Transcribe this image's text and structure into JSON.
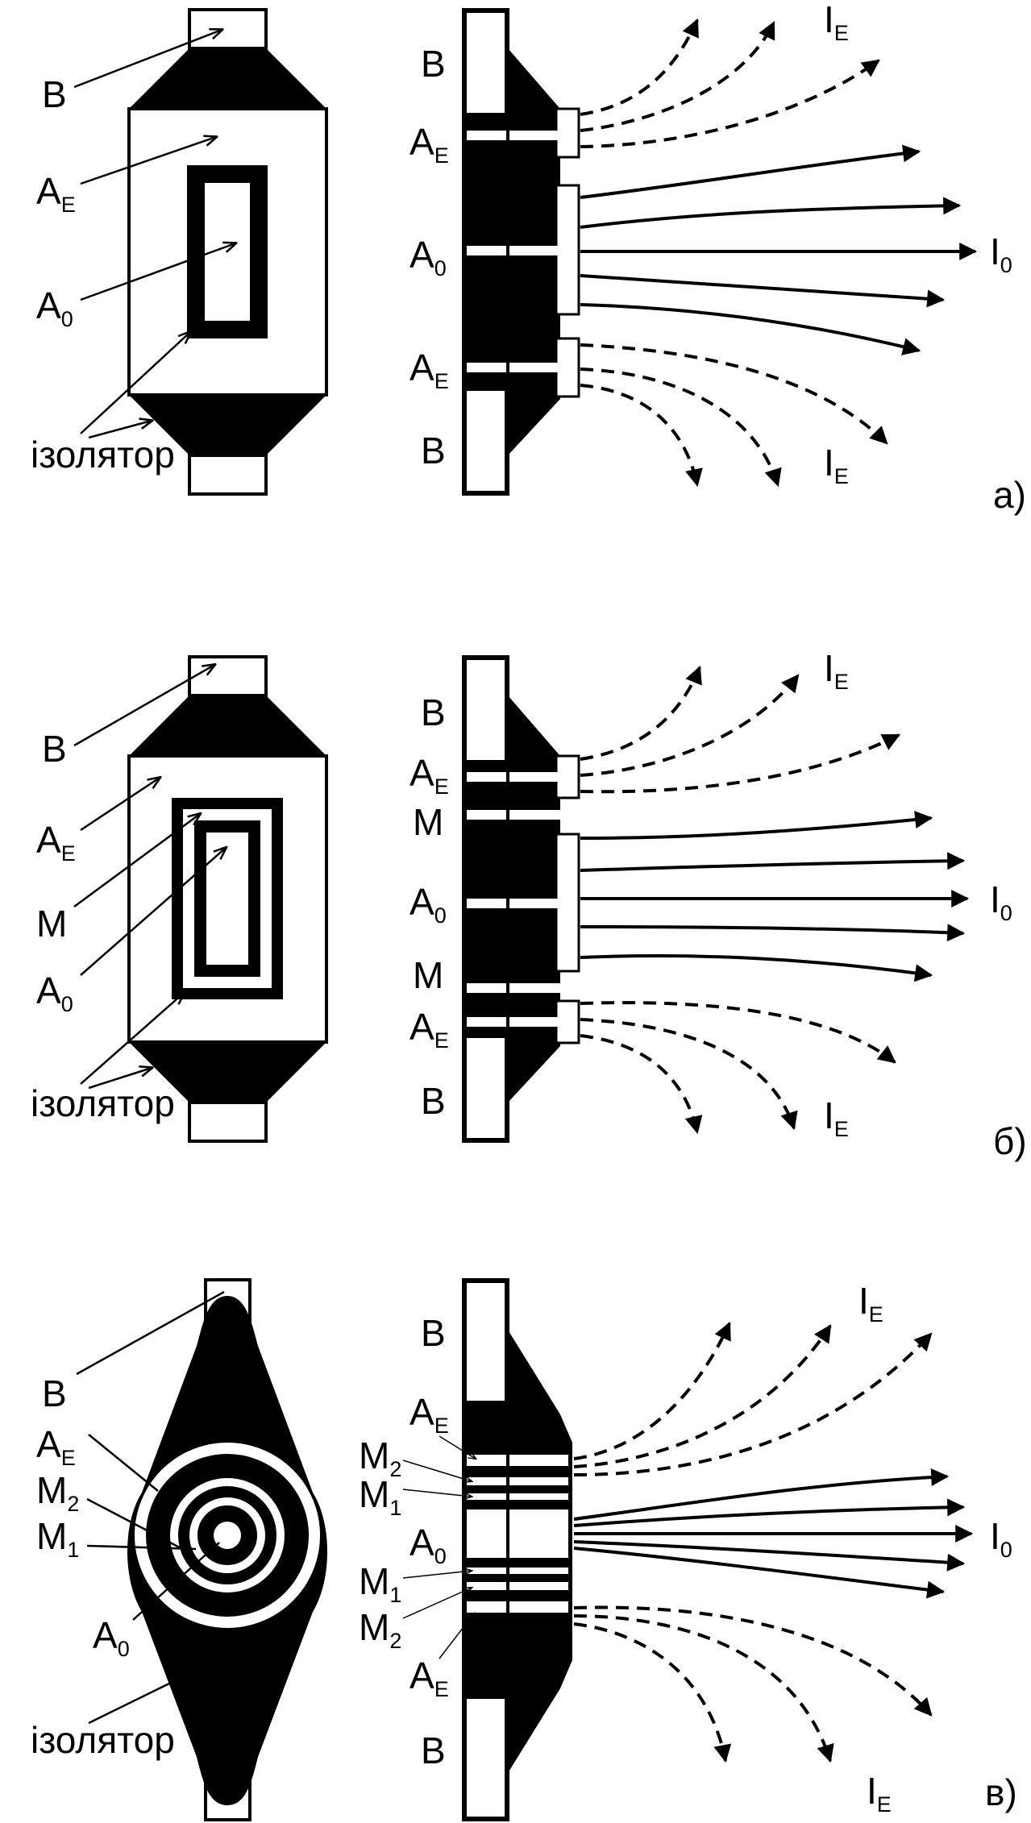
{
  "colors": {
    "ink": "#000000",
    "paper": "#ffffff"
  },
  "panels": {
    "a": {
      "tag": "а)",
      "labels": {
        "b": "B",
        "ae": "A",
        "ae_sub": "E",
        "a0": "A",
        "a0_sub": "0",
        "insulator": "ізолятор"
      },
      "side": {
        "b_top": "B",
        "ae_top": "A",
        "ae_top_sub": "E",
        "a0": "A",
        "a0_sub": "0",
        "ae_bot": "A",
        "ae_bot_sub": "E",
        "b_bot": "B"
      },
      "beams": {
        "ie_top": "I",
        "ie_top_sub": "E",
        "i0": "I",
        "i0_sub": "0",
        "ie_bot": "I",
        "ie_bot_sub": "E"
      }
    },
    "b": {
      "tag": "б)",
      "labels": {
        "b": "B",
        "ae": "A",
        "ae_sub": "E",
        "m": "M",
        "a0": "A",
        "a0_sub": "0",
        "insulator": "ізолятор"
      },
      "side": {
        "b_top": "B",
        "ae_top": "A",
        "ae_top_sub": "E",
        "m_top": "M",
        "a0": "A",
        "a0_sub": "0",
        "m_bot": "M",
        "ae_bot": "A",
        "ae_bot_sub": "E",
        "b_bot": "B"
      },
      "beams": {
        "ie_top": "I",
        "ie_top_sub": "E",
        "i0": "I",
        "i0_sub": "0",
        "ie_bot": "I",
        "ie_bot_sub": "E"
      }
    },
    "c": {
      "tag": "в)",
      "labels": {
        "b": "B",
        "ae": "A",
        "ae_sub": "E",
        "m2": "M",
        "m2_sub": "2",
        "m1": "M",
        "m1_sub": "1",
        "a0": "A",
        "a0_sub": "0",
        "insulator": "ізолятор"
      },
      "side": {
        "b_top": "B",
        "ae_top": "A",
        "ae_top_sub": "E",
        "m2_top": "M",
        "m2_top_sub": "2",
        "m1_top": "M",
        "m1_top_sub": "1",
        "a0": "A",
        "a0_sub": "0",
        "m1_bot": "M",
        "m1_bot_sub": "1",
        "m2_bot": "M",
        "m2_bot_sub": "2",
        "ae_bot": "A",
        "ae_bot_sub": "E",
        "b_bot": "B"
      },
      "beams": {
        "ie_top": "I",
        "ie_top_sub": "E",
        "i0": "I",
        "i0_sub": "0",
        "ie_bot": "I",
        "ie_bot_sub": "E"
      }
    }
  }
}
